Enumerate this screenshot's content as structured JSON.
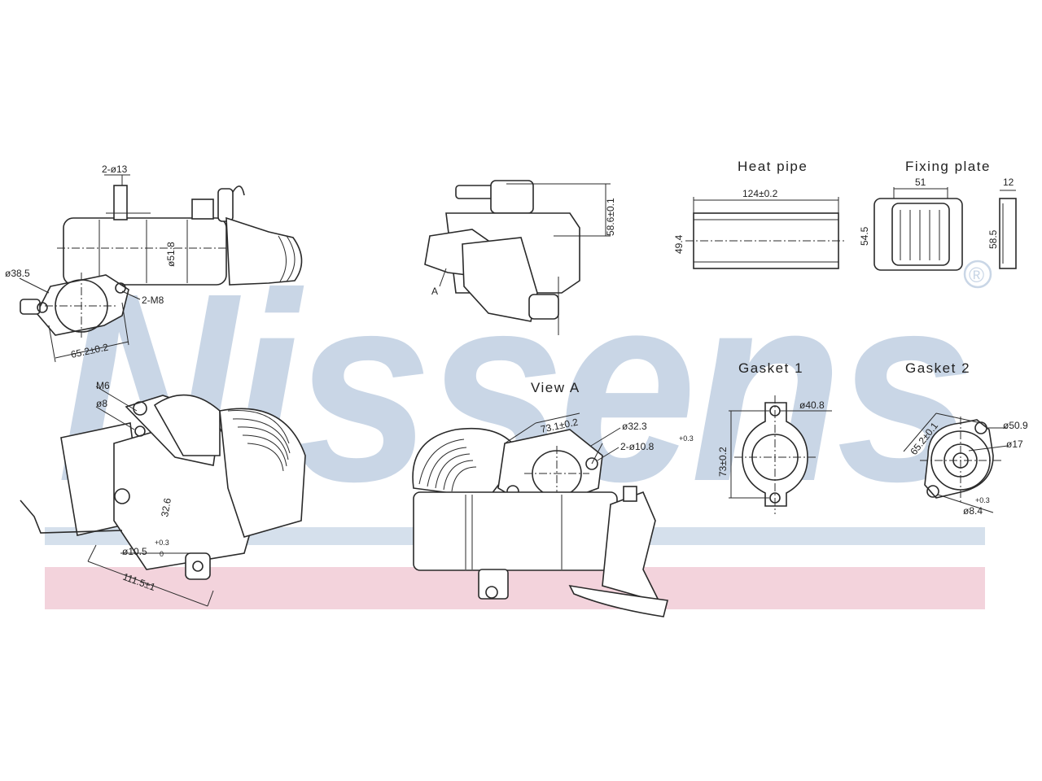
{
  "watermark": {
    "brand": "Nissens",
    "registered": "®",
    "brand_color": "#c9d6e6",
    "band_blue": "#d5e0ec",
    "band_pink": "#f3d3dc"
  },
  "titles": {
    "heat_pipe": "Heat pipe",
    "fixing_plate": "Fixing plate",
    "gasket_1": "Gasket 1",
    "gasket_2": "Gasket 2",
    "view_a": "View A",
    "view_marker": "A"
  },
  "dims": {
    "d13": "2-ø13",
    "d385": "ø38.5",
    "m8": "2-M8",
    "d519": "ø51.8",
    "d652": "65.2±0.2",
    "d586": "58.6±0.1",
    "d124": "124±0.2",
    "d494": "49.4",
    "d51": "51",
    "d12": "12",
    "d545": "54.5",
    "d585": "58.5",
    "m6": "M6",
    "d8": "ø8",
    "d105": "ø10.5",
    "d105_tol": "+0.3",
    "d105_tol2": "0",
    "d1115": "111.5±1",
    "d326": "32.6",
    "d731": "73.1±0.2",
    "d323": "ø32.3",
    "d108": "2-ø10.8",
    "d108_tol": "+0.3",
    "d408": "ø40.8",
    "d73": "73±0.2",
    "d652b": "65.2±0.1",
    "d509": "ø50.9",
    "d17": "ø17",
    "d49": "ø8.4",
    "d49_tol": "+0.3"
  }
}
